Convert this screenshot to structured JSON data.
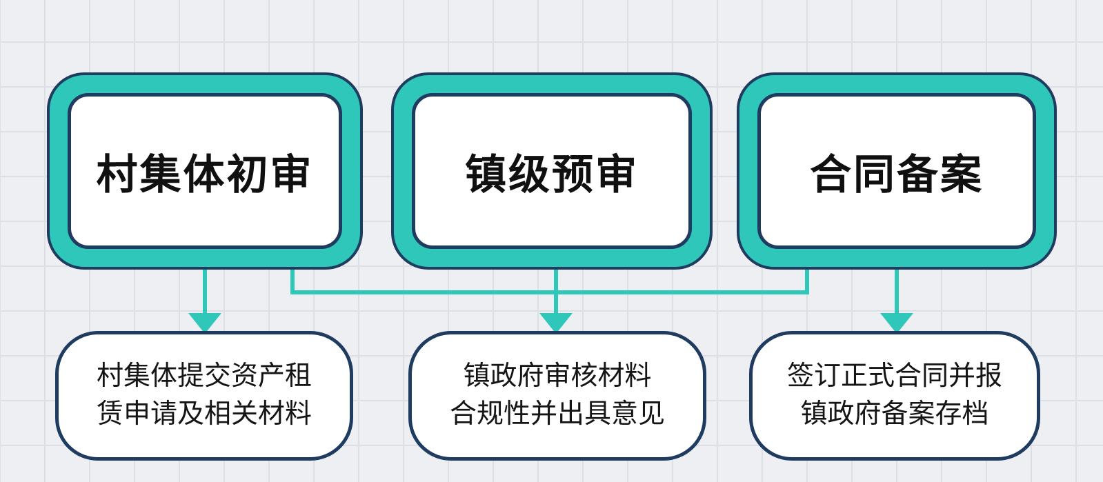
{
  "colors": {
    "teal": "#2EC7BA",
    "navy": "#1F3B60",
    "bg": "#EDEFF3",
    "grid": "#DCE0E6",
    "text": "#101010"
  },
  "diagram": {
    "stages": [
      {
        "title": "村集体初审",
        "description_lines": [
          "村集体提交资产租",
          "赁申请及相关材料"
        ]
      },
      {
        "title": "镇级预审",
        "description_lines": [
          "镇政府审核材料",
          "合规性并出具意见"
        ]
      },
      {
        "title": "合同备案",
        "description_lines": [
          "签订正式合同并报",
          "镇政府备案存档"
        ]
      }
    ]
  }
}
